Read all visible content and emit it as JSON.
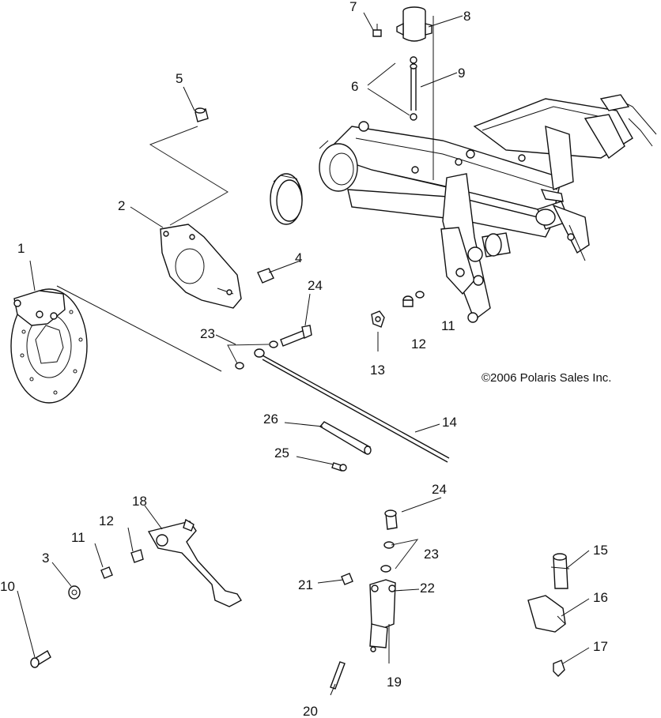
{
  "copyright": "©2006 Polaris Sales Inc.",
  "callouts": {
    "c1": "1",
    "c2": "2",
    "c3": "3",
    "c4": "4",
    "c5": "5",
    "c6": "6",
    "c7": "7",
    "c8": "8",
    "c9": "9",
    "c10": "10",
    "c11a": "11",
    "c11b": "11",
    "c12a": "12",
    "c12b": "12",
    "c13": "13",
    "c14": "14",
    "c15": "15",
    "c16": "16",
    "c17": "17",
    "c18": "18",
    "c19": "19",
    "c20": "20",
    "c21": "21",
    "c22": "22",
    "c23a": "23",
    "c23b": "23",
    "c24a": "24",
    "c24b": "24",
    "c25": "25",
    "c26": "26"
  }
}
